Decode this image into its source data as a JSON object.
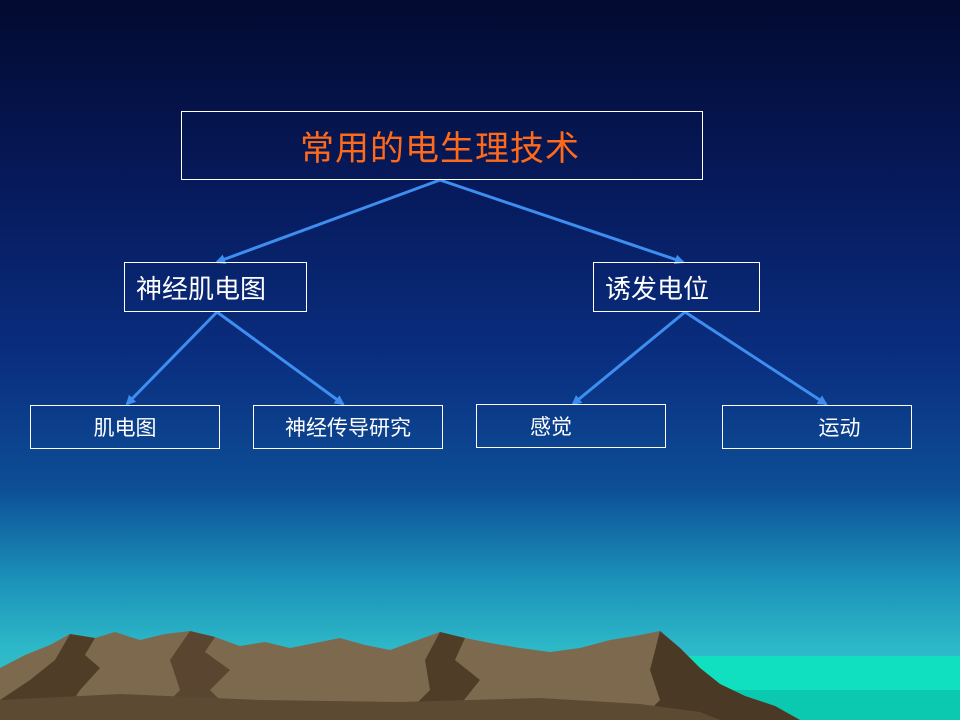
{
  "diagram": {
    "root": {
      "label": "常用的电生理技术"
    },
    "branches": [
      {
        "label": "神经肌电图",
        "children": [
          {
            "label": "肌电图"
          },
          {
            "label": "神经传导研究"
          }
        ]
      },
      {
        "label": "诱发电位",
        "children": [
          {
            "label": "感觉"
          },
          {
            "label": "运动"
          }
        ]
      }
    ]
  },
  "colors": {
    "title_text": "#ff6a1a",
    "box_border": "#ffffff",
    "node_text": "#ffffff",
    "connector": "#3d8ef0",
    "background_top": "#030a30",
    "background_bottom": "#35c8c8",
    "mountain": "#7a6548",
    "sea": "#10e0c0"
  }
}
